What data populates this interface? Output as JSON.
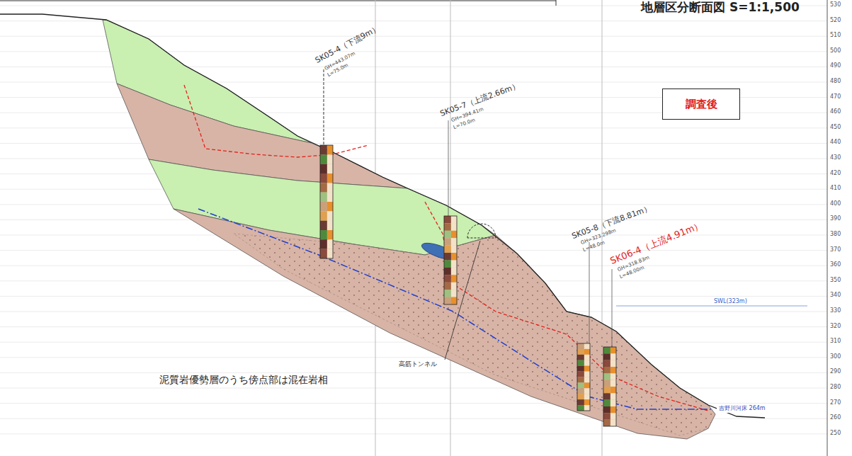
{
  "diagram": {
    "title": "地層区分断面図 S=1:1,500",
    "nodes": [
      {
        "text": [
          "調査後"
        ]
      }
    ],
    "labels": [
      "SK05-4（下流9m）",
      "GH=443.07m",
      "L=75.0m",
      "SK05-7（上流2.66m）",
      "GH=394.41m",
      "L=70.0m",
      "SK05-8（下流8.81m）",
      "GH=323.298m",
      "L=48.0m",
      "SK06-4（上流4.91m）",
      "GH=318.83m",
      "L=48.00m",
      "SWL(323m)",
      "吉野川河床 264m",
      "高筋トンネル",
      "泥質岩優勢層のうち傍点部は混在岩相",
      "530",
      "520",
      "510",
      "500",
      "490",
      "480",
      "470",
      "460",
      "450",
      "440",
      "430",
      "420",
      "410",
      "400",
      "390",
      "380",
      "370",
      "360",
      "350",
      "340",
      "330",
      "320",
      "310",
      "300",
      "290",
      "280",
      "270",
      "260",
      "250"
    ]
  }
}
